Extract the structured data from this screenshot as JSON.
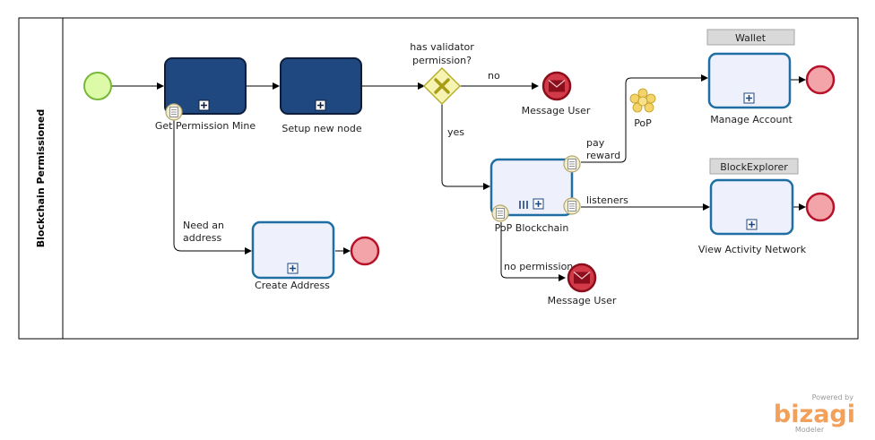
{
  "pool": {
    "lane_label": "Blockchain Permissioned"
  },
  "tasks": {
    "get_permission": "Get Permission Mine",
    "setup_node": "Setup new node",
    "create_address": "Create Address",
    "pop_blockchain": "PoP Blockchain",
    "manage_account": "Manage Account",
    "view_activity": "View Activity Network"
  },
  "gateway": {
    "line1": "has validator",
    "line2": "permission?"
  },
  "flow_labels": {
    "no": "no",
    "yes": "yes",
    "need_line1": "Need an",
    "need_line2": "address",
    "pay_line1": "pay",
    "pay_line2": "reward",
    "listeners": "listeners",
    "no_permission": "no permission"
  },
  "events": {
    "message_user_top": "Message User",
    "message_user_bottom": "Message User",
    "pop_event": "PoP"
  },
  "group_headers": {
    "wallet": "Wallet",
    "explorer": "BlockExplorer"
  },
  "branding": {
    "powered_by": "Powered by",
    "name": "bizagi",
    "product": "Modeler"
  },
  "colors": {
    "subprocess_dark": "#1f4780",
    "task_fill": "#eef1fb",
    "task_stroke": "#1f6fa5",
    "start_fill": "#ddfaa8",
    "start_stroke": "#77b83a",
    "end_fill": "#f2a4a8",
    "end_stroke": "#b8122a",
    "gateway_fill": "#f7f3b0",
    "gateway_stroke": "#b7ad2e",
    "message_fill": "#d23a48",
    "header_fill": "#d9d9d9",
    "brand": "#f2a05a"
  }
}
